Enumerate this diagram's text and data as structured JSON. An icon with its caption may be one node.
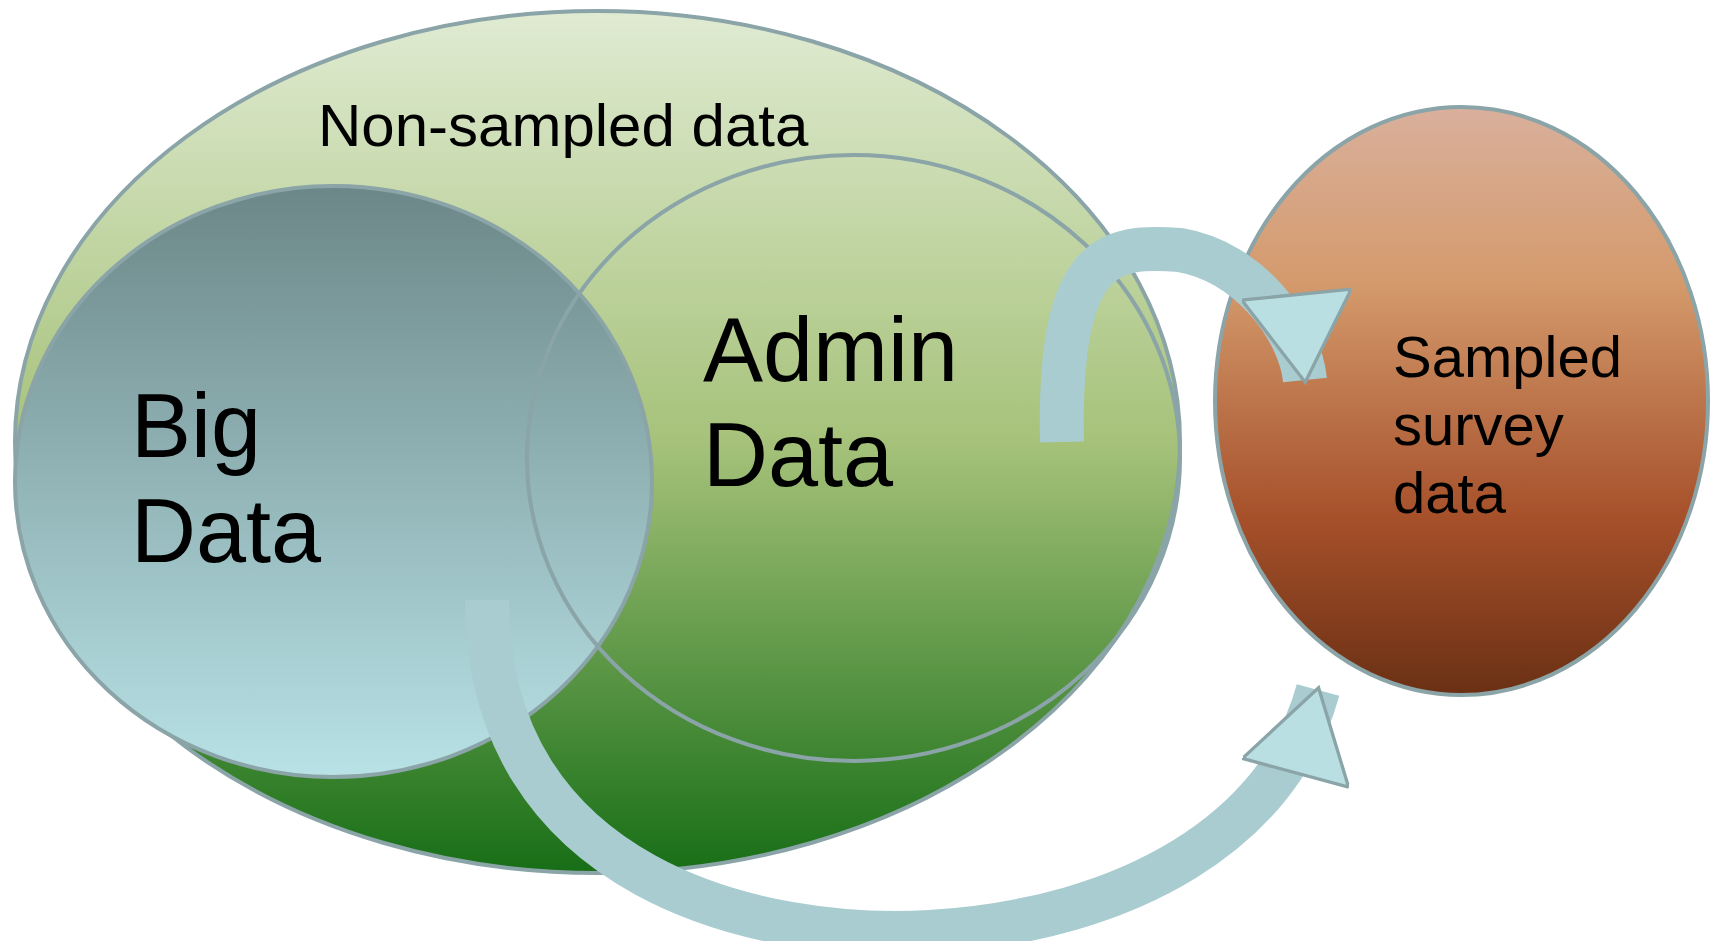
{
  "diagram": {
    "nodes": [
      {
        "text": [
          "Non-sampled data"
        ]
      },
      {
        "text": [
          "Big Data"
        ],
        "in": 0
      },
      {
        "text": [
          "Admin Data"
        ],
        "in": 0
      },
      {
        "text": [
          "Sampled survey data"
        ]
      }
    ],
    "edges": [
      {
        "from": 2,
        "to": 3,
        "arrow": "to"
      },
      {
        "from": 1,
        "to": 3,
        "arrow": "to"
      }
    ]
  }
}
